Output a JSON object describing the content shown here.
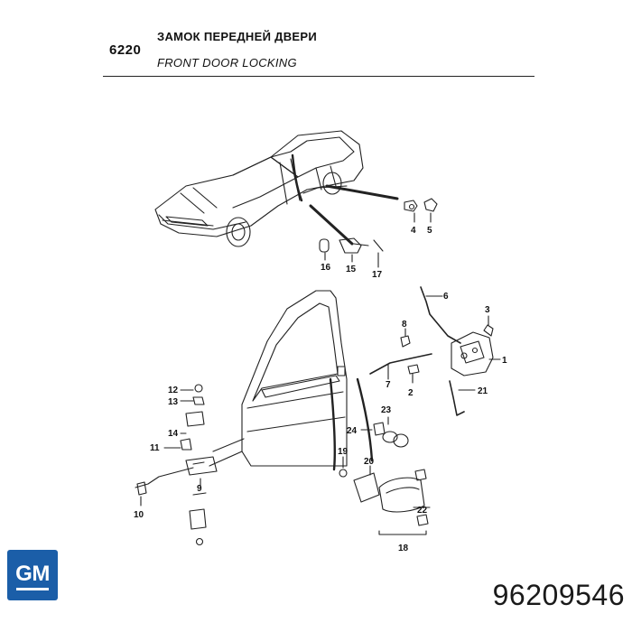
{
  "header": {
    "code": "6220",
    "title_ru": "ЗАМОК ПЕРЕДНЕЙ ДВЕРИ",
    "title_en": "FRONT DOOR LOCKING"
  },
  "callouts": [
    "1",
    "2",
    "3",
    "4",
    "5",
    "6",
    "7",
    "8",
    "9",
    "10",
    "11",
    "12",
    "13",
    "14",
    "15",
    "16",
    "17",
    "18",
    "19",
    "20",
    "21",
    "22",
    "23",
    "24"
  ],
  "logo": {
    "text": "GM",
    "color": "#1b5ea8"
  },
  "part_number": "96209546"
}
